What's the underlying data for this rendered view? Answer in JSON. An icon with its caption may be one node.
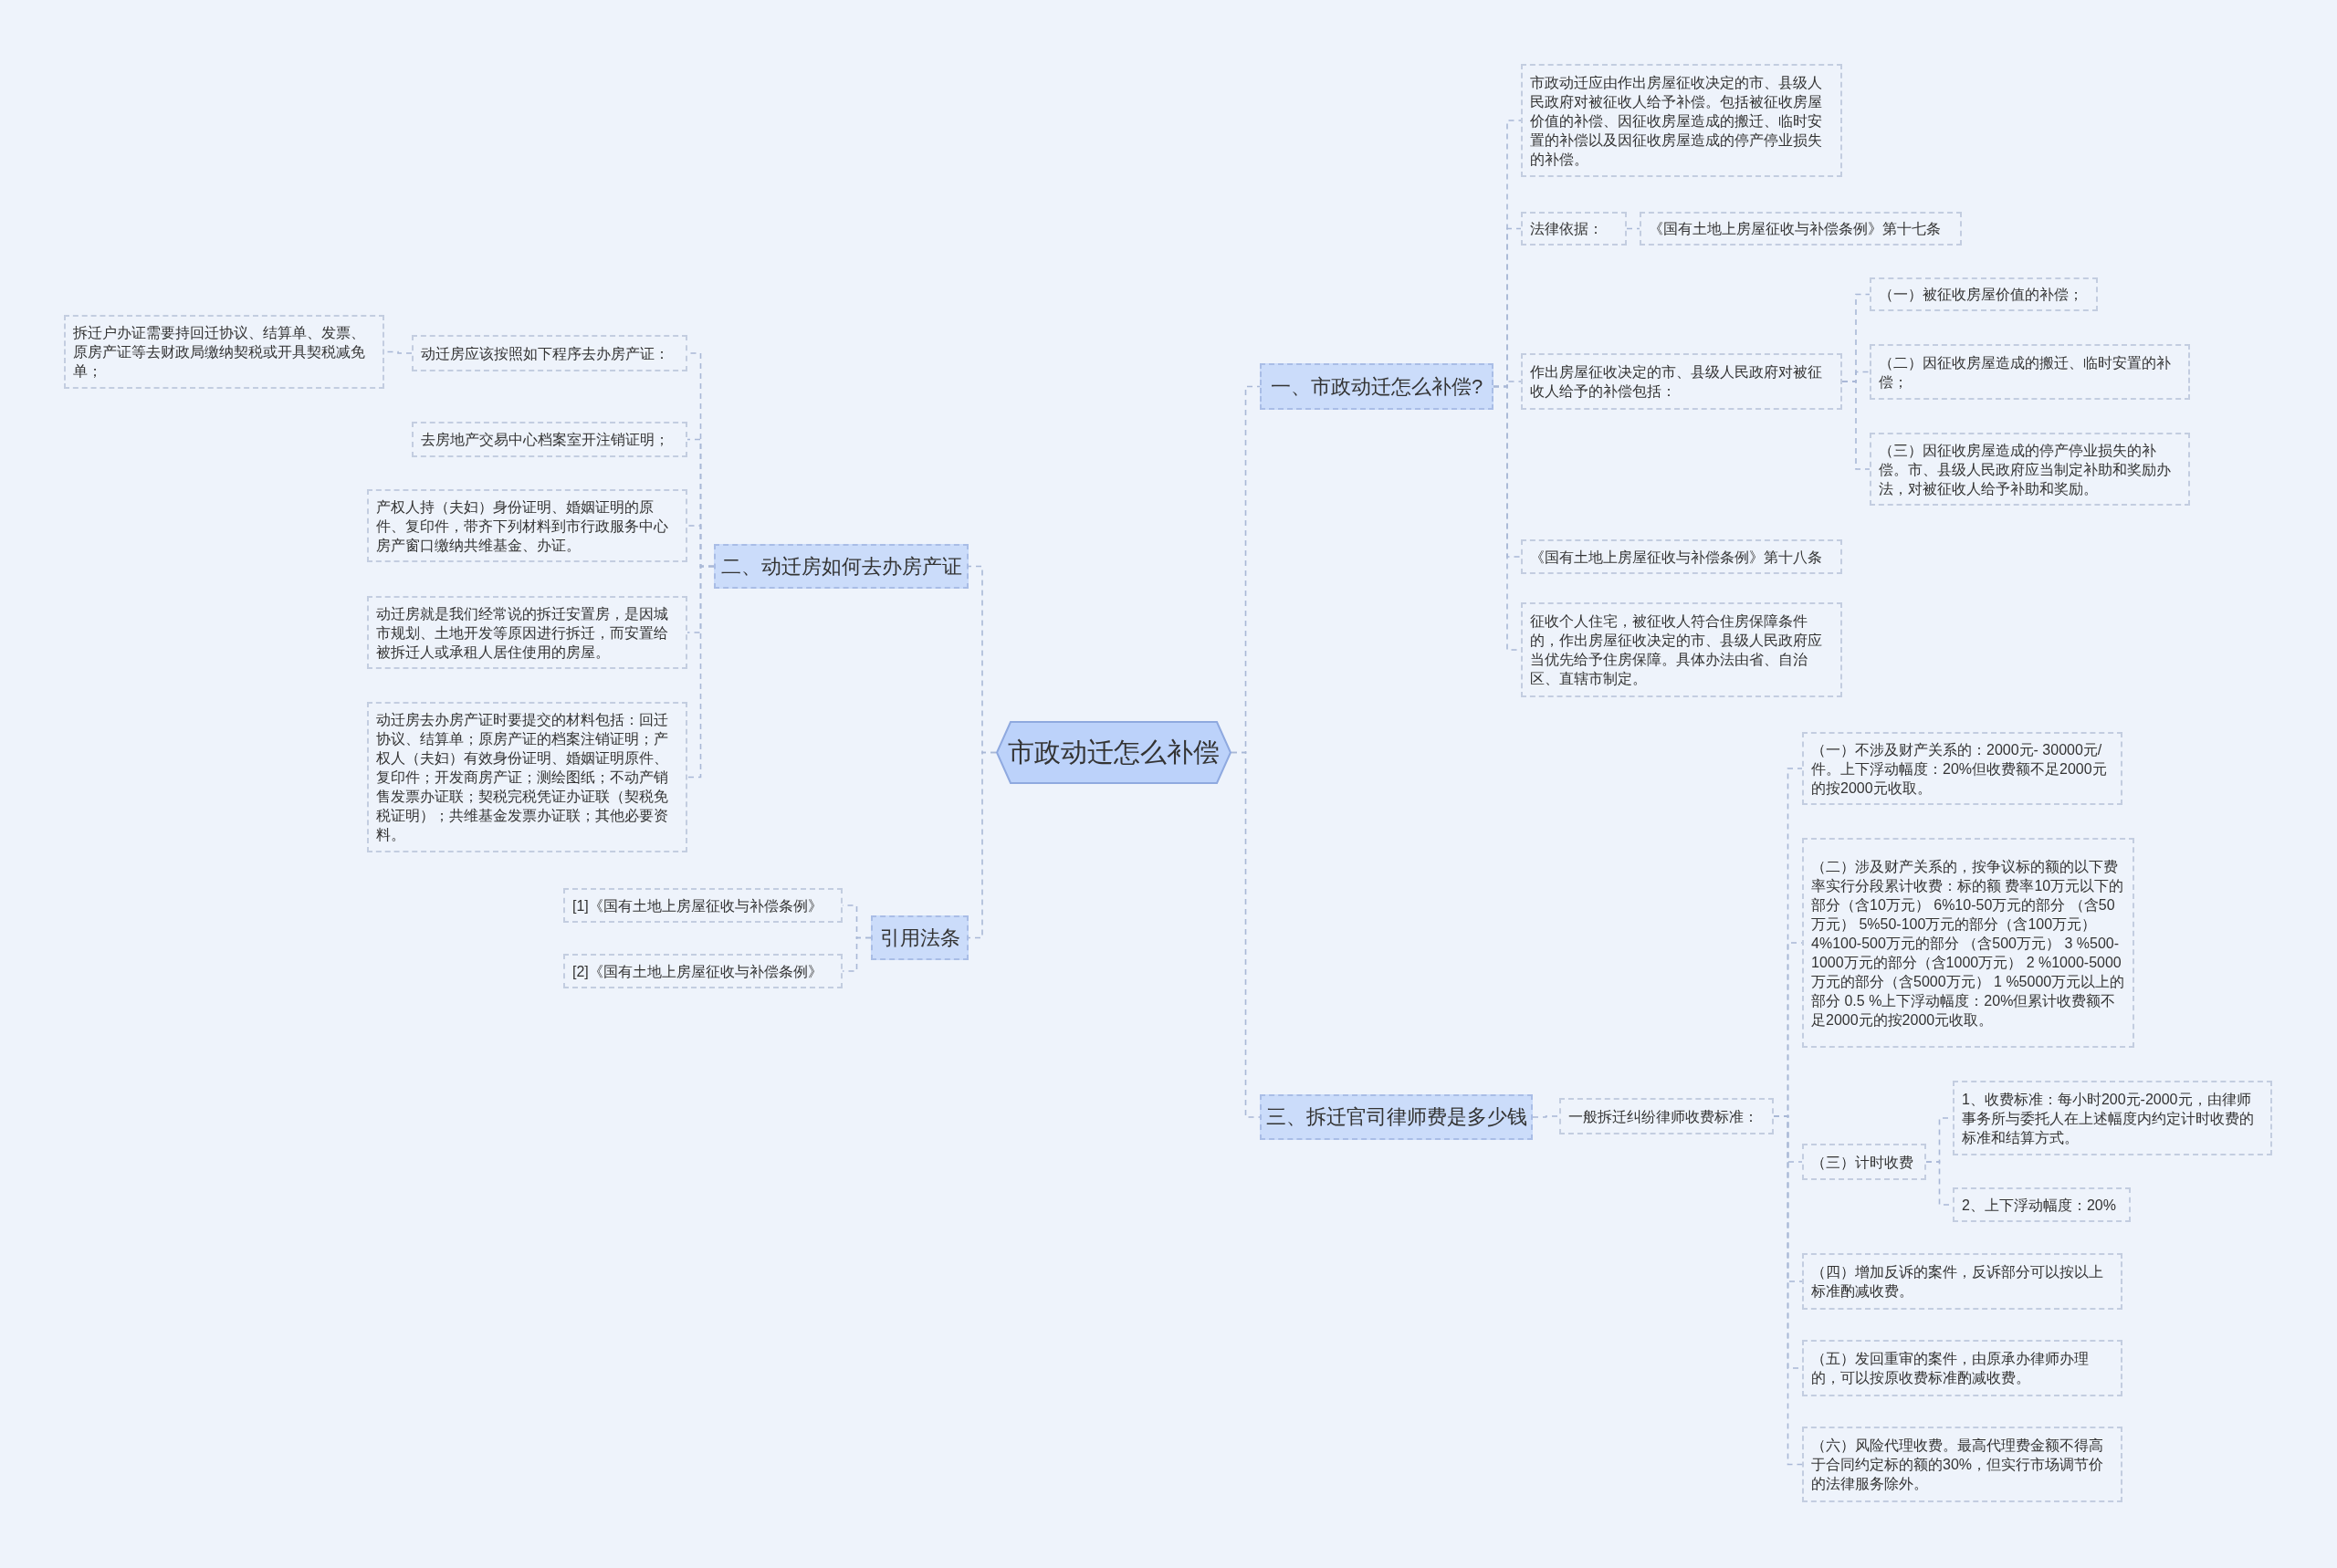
{
  "diagram": {
    "nodes": [
      {
        "text": [
          "市政动迁怎么补偿"
        ]
      },
      {
        "text": [
          "一、市政动迁怎么补偿?"
        ]
      },
      {
        "text": [
          "市政动迁应由作出房屋征收决定的市、县级人民政府对被征收人给予补偿。包括被征收房屋价值的补偿、因征收房屋造成的搬迁、临时安置的补偿以及因征收房屋造成的停产停业损失的补偿。"
        ]
      },
      {
        "text": [
          "法律依据："
        ]
      },
      {
        "text": [
          "《国有土地上房屋征收与补偿条例》第十七条"
        ]
      },
      {
        "text": [
          "作出房屋征收决定的市、县级人民政府对被征收人给予的补偿包括："
        ]
      },
      {
        "text": [
          "（一）被征收房屋价值的补偿；"
        ]
      },
      {
        "text": [
          "（二）因征收房屋造成的搬迁、临时安置的补偿；"
        ]
      },
      {
        "text": [
          "（三）因征收房屋造成的停产停业损失的补偿。市、县级人民政府应当制定补助和奖励办法，对被征收人给予补助和奖励。"
        ]
      },
      {
        "text": [
          "《国有土地上房屋征收与补偿条例》第十八条"
        ]
      },
      {
        "text": [
          "征收个人住宅，被征收人符合住房保障条件的，作出房屋征收决定的市、县级人民政府应当优先给予住房保障。具体办法由省、自治区、直辖市制定。"
        ]
      },
      {
        "text": [
          "二、动迁房如何去办房产证"
        ]
      },
      {
        "text": [
          "动迁房应该按照如下程序去办房产证："
        ]
      },
      {
        "text": [
          "拆迁户办证需要持回迁协议、结算单、发票、原房产证等去财政局缴纳契税或开具契税减免单；"
        ]
      },
      {
        "text": [
          "去房地产交易中心档案室开注销证明；"
        ]
      },
      {
        "text": [
          "产权人持（夫妇）身份证明、婚姻证明的原件、复印件，带齐下列材料到市行政服务中心房产窗口缴纳共维基金、办证。"
        ]
      },
      {
        "text": [
          "动迁房就是我们经常说的拆迁安置房，是因城市规划、土地开发等原因进行拆迁，而安置给被拆迁人或承租人居住使用的房屋。"
        ]
      },
      {
        "text": [
          "动迁房去办房产证时要提交的材料包括：回迁协议、结算单；原房产证的档案注销证明；产权人（夫妇）有效身份证明、婚姻证明原件、复印件；开发商房产证；测绘图纸；不动产销售发票办证联；契税完税凭证办证联（契税免税证明）；共维基金发票办证联；其他必要资料。"
        ]
      },
      {
        "text": [
          "引用法条"
        ]
      },
      {
        "text": [
          "[1]《国有土地上房屋征收与补偿条例》"
        ]
      },
      {
        "text": [
          "[2]《国有土地上房屋征收与补偿条例》"
        ]
      },
      {
        "text": [
          "三、拆迁官司律师费是多少钱"
        ]
      },
      {
        "text": [
          "一般拆迁纠纷律师收费标准："
        ]
      },
      {
        "text": [
          "（一）不涉及财产关系的：2000元- 30000元/件。上下浮动幅度：20%但收费额不足2000元的按2000元收取。"
        ]
      },
      {
        "text": [
          "（二）涉及财产关系的，按争议标的额的以下费率实行分段累计收费：标的额 费率10万元以下的部分（含10万元） 6%10-50万元的部分 （含50万元） 5%50-100万元的部分（含100万元） 4%100-500万元的部分 （含500万元） 3 %500-1000万元的部分（含1000万元） 2 %1000-5000万元的部分（含5000万元） 1 %5000万元以上的部分 0.5 %上下浮动幅度：20%但累计收费额不足2000元的按2000元收取。"
        ]
      },
      {
        "text": [
          "（三）计时收费"
        ]
      },
      {
        "text": [
          "1、收费标准：每小时200元-2000元，由律师事务所与委托人在上述幅度内约定计时收费的标准和结算方式。"
        ]
      },
      {
        "text": [
          "2、上下浮动幅度：20%"
        ]
      },
      {
        "text": [
          "（四）增加反诉的案件，反诉部分可以按以上标准酌减收费。"
        ]
      },
      {
        "text": [
          "（五）发回重审的案件，由原承办律师办理的，可以按原收费标准酌减收费。"
        ]
      },
      {
        "text": [
          "（六）风险代理收费。最高代理费金额不得高于合同约定标的额的30%，但实行市场调节价的法律服务除外。"
        ]
      }
    ],
    "edges": [
      {
        "from": 0,
        "to": 1,
        "arrow": "none"
      },
      {
        "from": 1,
        "to": 2,
        "arrow": "none"
      },
      {
        "from": 1,
        "to": 3,
        "arrow": "none"
      },
      {
        "from": 3,
        "to": 4,
        "arrow": "none"
      },
      {
        "from": 1,
        "to": 5,
        "arrow": "none"
      },
      {
        "from": 5,
        "to": 6,
        "arrow": "none"
      },
      {
        "from": 5,
        "to": 7,
        "arrow": "none"
      },
      {
        "from": 5,
        "to": 8,
        "arrow": "none"
      },
      {
        "from": 1,
        "to": 9,
        "arrow": "none"
      },
      {
        "from": 1,
        "to": 10,
        "arrow": "none"
      },
      {
        "from": 0,
        "to": 11,
        "arrow": "none"
      },
      {
        "from": 11,
        "to": 12,
        "arrow": "none"
      },
      {
        "from": 12,
        "to": 13,
        "arrow": "none"
      },
      {
        "from": 11,
        "to": 14,
        "arrow": "none"
      },
      {
        "from": 11,
        "to": 15,
        "arrow": "none"
      },
      {
        "from": 11,
        "to": 16,
        "arrow": "none"
      },
      {
        "from": 11,
        "to": 17,
        "arrow": "none"
      },
      {
        "from": 0,
        "to": 18,
        "arrow": "none"
      },
      {
        "from": 18,
        "to": 19,
        "arrow": "none"
      },
      {
        "from": 18,
        "to": 20,
        "arrow": "none"
      },
      {
        "from": 0,
        "to": 21,
        "arrow": "none"
      },
      {
        "from": 21,
        "to": 22,
        "arrow": "none"
      },
      {
        "from": 22,
        "to": 23,
        "arrow": "none"
      },
      {
        "from": 22,
        "to": 24,
        "arrow": "none"
      },
      {
        "from": 22,
        "to": 25,
        "arrow": "none"
      },
      {
        "from": 25,
        "to": 26,
        "arrow": "none"
      },
      {
        "from": 25,
        "to": 27,
        "arrow": "none"
      },
      {
        "from": 22,
        "to": 28,
        "arrow": "none"
      },
      {
        "from": 22,
        "to": 29,
        "arrow": "none"
      },
      {
        "from": 22,
        "to": 30,
        "arrow": "none"
      }
    ]
  }
}
